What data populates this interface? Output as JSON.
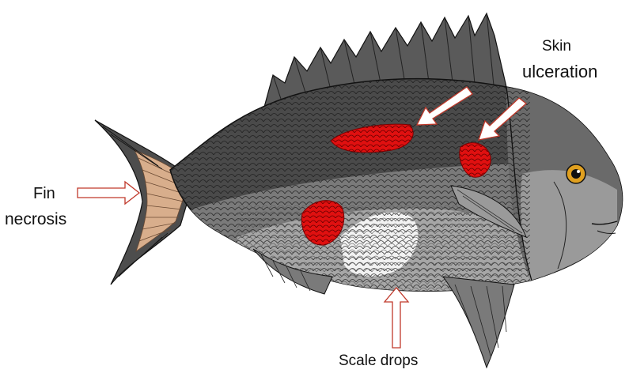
{
  "labels": {
    "skin_ulceration_line1": "Skin",
    "skin_ulceration_line2": "ulceration",
    "fin_necrosis_line1": "Fin",
    "fin_necrosis_line2": "necrosis",
    "scale_drops": "Scale drops"
  },
  "colors": {
    "body_dark": "#4a4a4a",
    "body_mid": "#7a7a7a",
    "belly_light": "#a6a6a6",
    "belly_white": "#f2f2f2",
    "tail_necrosis": "#d8ae8c",
    "lesion_red": "#e01010",
    "arrow_outline": "#c0392b",
    "eye_iris": "#e0a020"
  },
  "icons": {
    "fish": "sea-bream-illustration",
    "arrows": "outlined-arrow"
  }
}
